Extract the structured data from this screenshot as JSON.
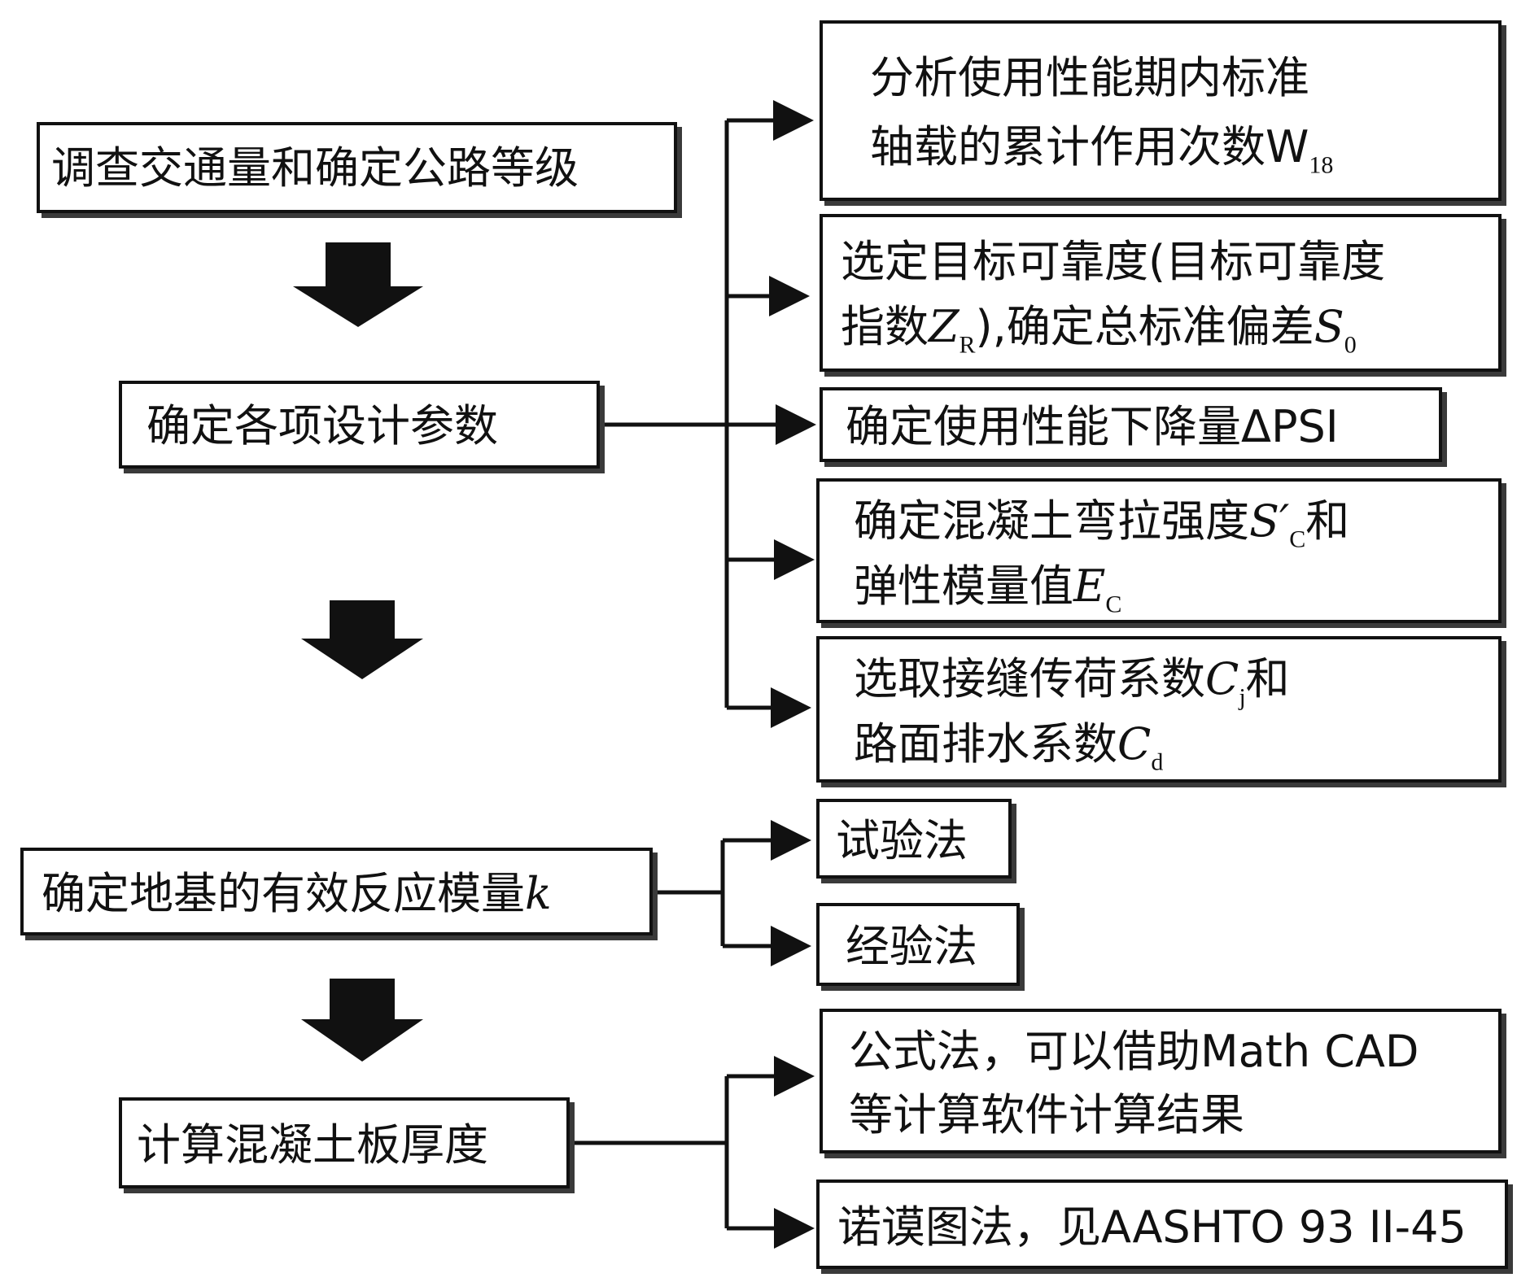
{
  "steps": [
    {
      "id": "traffic",
      "label": "调查交通量和确定公路等级"
    },
    {
      "id": "params",
      "label": "确定各项设计参数"
    },
    {
      "id": "subgrade",
      "label_main": "确定地基的有效反应模量",
      "label_var": "k"
    },
    {
      "id": "thickness",
      "label": "计算混凝土板厚度"
    }
  ],
  "params_branch": {
    "w18": {
      "line1": "分析使用性能期内标准",
      "line2_text": "轴载的累计作用次数W",
      "line2_sub": "18"
    },
    "reliability": {
      "line1": "选定目标可靠度(目标可靠度",
      "line2_a": "指数",
      "line2_var": "Z",
      "line2_sub": "R",
      "line2_b": "),确定总标准偏差",
      "line2_var2": "S",
      "line2_sub2": "0"
    },
    "psi": {
      "text": "确定使用性能下降量ΔPSI"
    },
    "strength": {
      "line1_text": "确定混凝土弯拉强度",
      "line1_var": "S′",
      "line1_sub": "C",
      "line1_tail": "和",
      "line2_text": "弹性模量值",
      "line2_var": "E",
      "line2_sub": "C"
    },
    "drainage": {
      "line1_text": "选取接缝传荷系数",
      "line1_var": "C",
      "line1_sub": "j",
      "line1_tail": "和",
      "line2_text": "路面排水系数",
      "line2_var": "C",
      "line2_sub": "d"
    }
  },
  "subgrade_branch": {
    "test": "试验法",
    "empirical": "经验法"
  },
  "thickness_branch": {
    "formula_line1": "公式法，可以借助Math CAD",
    "formula_line2": "等计算软件计算结果",
    "nomograph": "诺谟图法，见AASHTO 93 II-45"
  },
  "colors": {
    "line": "#111111",
    "shadow": "#3a3a3a",
    "background": "#ffffff"
  }
}
